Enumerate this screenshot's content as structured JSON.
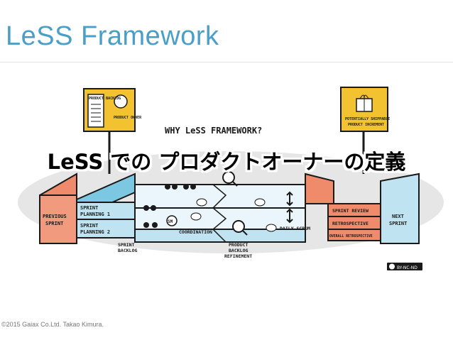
{
  "slide": {
    "title": "LeSS Framework",
    "headline": "LeSS での プロダクトオーナーの定義",
    "footer": "©2015 Gaiax Co.Ltd. Takao Kimura."
  },
  "diagram": {
    "heading": "WHY LeSS FRAMEWORK?",
    "product_backlog": "PRODUCT BACKLOG",
    "product_owner": "PRODUCT OWNER",
    "potentially_shippable_1": "POTENTIALLY SHIPPABLE",
    "potentially_shippable_2": "PRODUCT INCREMENT",
    "previous_sprint_1": "PREVIOUS",
    "previous_sprint_2": "SPRINT",
    "sprint_planning_1_a": "SPRINT",
    "sprint_planning_1_b": "PLANNING 1",
    "sprint_planning_2_a": "SPRINT",
    "sprint_planning_2_b": "PLANNING 2",
    "sprint_backlog_1": "SPRINT",
    "sprint_backlog_2": "BACKLOG",
    "coordination": "COORDINATION",
    "daily_scrum": "DAILY SCRUM",
    "pbr_1": "PRODUCT",
    "pbr_2": "BACKLOG",
    "pbr_3": "REFINEMENT",
    "sprint_review": "SPRINT REVIEW",
    "retrospective": "RETROSPECTIVE",
    "overall_retrospective": "OVERALL RETROSPECTIVE",
    "next_sprint_1": "NEXT",
    "next_sprint_2": "SPRINT",
    "license": "BY-NC-ND",
    "sm_label": "SM"
  },
  "colors": {
    "title": "#4a9fc9",
    "sign_yellow": "#f2c230",
    "salmon": "#ef8a6a",
    "light_blue": "#bfe3f0",
    "blue": "#7cc7e2",
    "grey_ellipse": "#e6e6e6"
  }
}
